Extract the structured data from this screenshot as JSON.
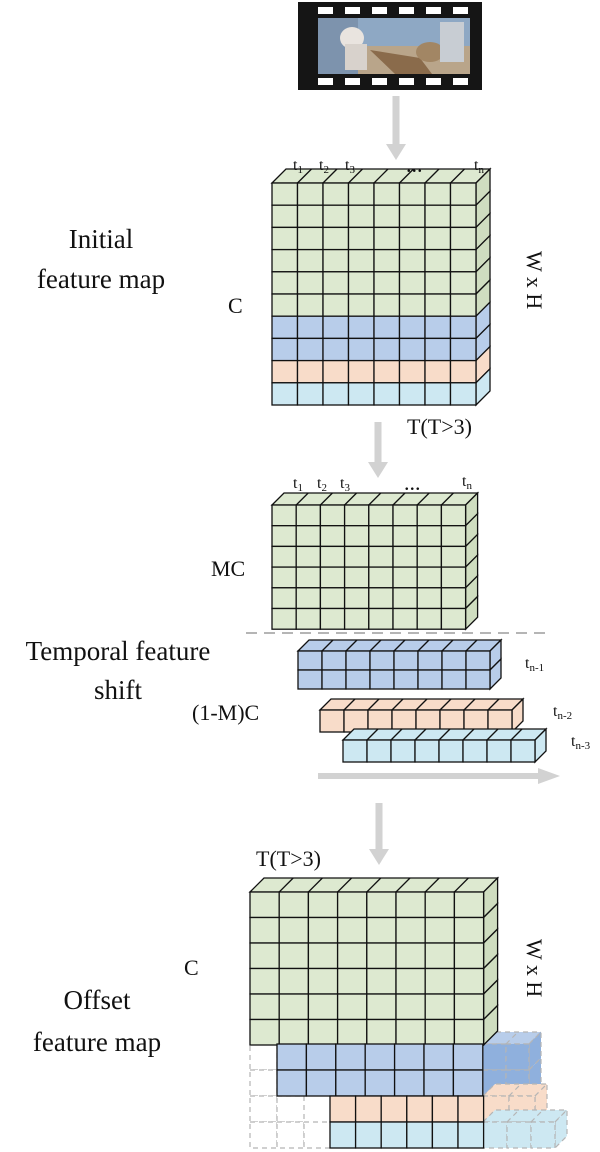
{
  "colors": {
    "green": "#dde9d0",
    "green_side": "#cfddc0",
    "blue": "#b8cdea",
    "blue_dark": "#8fb0dd",
    "peach": "#f8dcc9",
    "cyan": "#cde8f2",
    "arrow": "#d2d2d2",
    "dashed": "#b5b5b5",
    "line": "#111111"
  },
  "film": {
    "description_icon": "film-strip-video-frame"
  },
  "initial": {
    "title_line1": "Initial",
    "title_line2": "feature map",
    "channel_label": "C",
    "spatial_label": "W x H",
    "time_label": "T(T>3)",
    "ticks": [
      {
        "base": "t",
        "sub": "1"
      },
      {
        "base": "t",
        "sub": "2"
      },
      {
        "base": "t",
        "sub": "3"
      },
      {
        "base": "...",
        "sub": ""
      },
      {
        "base": "t",
        "sub": "n"
      }
    ]
  },
  "shift": {
    "title_line1": "Temporal feature",
    "title_line2": "shift",
    "mc_label": "MC",
    "rest_label": "(1-M)C",
    "ticks": [
      {
        "base": "t",
        "sub": "1"
      },
      {
        "base": "t",
        "sub": "2"
      },
      {
        "base": "t",
        "sub": "3"
      },
      {
        "base": "...",
        "sub": ""
      },
      {
        "base": "t",
        "sub": "n"
      }
    ],
    "shifted": [
      {
        "base": "t",
        "sub": "n-1"
      },
      {
        "base": "t",
        "sub": "n-2"
      },
      {
        "base": "t",
        "sub": "n-3"
      }
    ]
  },
  "offset": {
    "title_line1": "Offset",
    "title_line2": "feature map",
    "channel_label": "C",
    "spatial_label": "W x H",
    "time_label": "T(T>3)"
  }
}
